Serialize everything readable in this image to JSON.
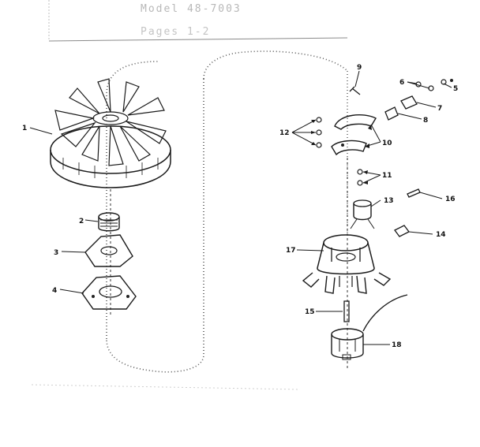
{
  "header": {
    "line1": "Model 48-7003",
    "line2": "Pages 1-2"
  },
  "callouts": [
    {
      "id": "part-1",
      "label": "1"
    },
    {
      "id": "part-2",
      "label": "2"
    },
    {
      "id": "part-3",
      "label": "3"
    },
    {
      "id": "part-4",
      "label": "4"
    },
    {
      "id": "part-5",
      "label": "5"
    },
    {
      "id": "part-6",
      "label": "6"
    },
    {
      "id": "part-7",
      "label": "7"
    },
    {
      "id": "part-8",
      "label": "8"
    },
    {
      "id": "part-9",
      "label": "9"
    },
    {
      "id": "part-10",
      "label": "10"
    },
    {
      "id": "part-11",
      "label": "11"
    },
    {
      "id": "part-12",
      "label": "12"
    },
    {
      "id": "part-13",
      "label": "13"
    },
    {
      "id": "part-14",
      "label": "14"
    },
    {
      "id": "part-15",
      "label": "15"
    },
    {
      "id": "part-16",
      "label": "16"
    },
    {
      "id": "part-17",
      "label": "17"
    },
    {
      "id": "part-18",
      "label": "18"
    }
  ]
}
